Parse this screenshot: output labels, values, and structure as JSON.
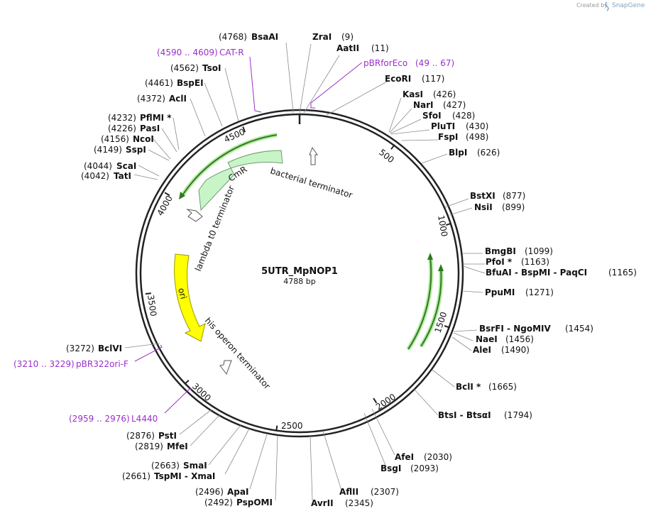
{
  "credit": {
    "prefix": "Created by",
    "brand": "SnapGene"
  },
  "plasmid": {
    "name": "5UTR_MpNOP1",
    "length_label": "4788 bp",
    "length_bp": 4788
  },
  "ticks": [
    "500",
    "1000",
    "1500",
    "2000",
    "2500",
    "3000",
    "3500",
    "4000",
    "4500"
  ],
  "features": [
    {
      "label": "CmR",
      "type": "CDS",
      "color": "#c8f5c8",
      "start": 4530,
      "end": 3950
    },
    {
      "label": "ori",
      "type": "rep_origin",
      "color": "#ffff00",
      "start": 3775,
      "end": 3195
    },
    {
      "label": "bacterial terminator",
      "type": "terminator"
    },
    {
      "label": "lambda t0 terminator",
      "type": "terminator"
    },
    {
      "label": "his operon terminator",
      "type": "terminator"
    }
  ],
  "sites": [
    {
      "left": "(4768)",
      "name": "BsaAI",
      "right": ""
    },
    {
      "left": "",
      "name": "ZraI",
      "right": "(9)"
    },
    {
      "left": "",
      "name": "AatII",
      "right": "(11)"
    },
    {
      "left": "",
      "name": "EcoRI",
      "right": "(117)"
    },
    {
      "left": "",
      "name": "KasI",
      "right": "(426)"
    },
    {
      "left": "",
      "name": "NarI",
      "right": "(427)"
    },
    {
      "left": "",
      "name": "SfoI",
      "right": "(428)"
    },
    {
      "left": "",
      "name": "PluTI",
      "right": "(430)"
    },
    {
      "left": "",
      "name": "FspI",
      "right": "(498)"
    },
    {
      "left": "",
      "name": "BlpI",
      "right": "(626)"
    },
    {
      "left": "",
      "name": "BstXI",
      "right": "(877)"
    },
    {
      "left": "",
      "name": "NsiI",
      "right": "(899)"
    },
    {
      "left": "",
      "name": "BmgBI",
      "right": "(1099)"
    },
    {
      "left": "",
      "name": "PfoI *",
      "right": "(1163)"
    },
    {
      "left": "",
      "name": "BfuAI  -  BspMI  -  PaqCI",
      "right": "(1165)"
    },
    {
      "left": "",
      "name": "PpuMI",
      "right": "(1271)"
    },
    {
      "left": "",
      "name": "BsrFI  -  NgoMIV",
      "right": "(1454)"
    },
    {
      "left": "",
      "name": "NaeI",
      "right": "(1456)"
    },
    {
      "left": "",
      "name": "AleI",
      "right": "(1490)"
    },
    {
      "left": "",
      "name": "BclI *",
      "right": "(1665)"
    },
    {
      "left": "",
      "name": "BtsI  -  BtsαI",
      "right": "(1794)"
    },
    {
      "left": "",
      "name": "AfeI",
      "right": "(2030)"
    },
    {
      "left": "",
      "name": "BsgI",
      "right": "(2093)"
    },
    {
      "left": "",
      "name": "AflII",
      "right": "(2307)"
    },
    {
      "left": "",
      "name": "AvrII",
      "right": "(2345)"
    },
    {
      "left": "(2492)",
      "name": "PspOMI",
      "right": ""
    },
    {
      "left": "(2496)",
      "name": "ApaI",
      "right": ""
    },
    {
      "left": "(2661)",
      "name": "TspMI  -  XmaI",
      "right": ""
    },
    {
      "left": "(2663)",
      "name": "SmaI",
      "right": ""
    },
    {
      "left": "(2819)",
      "name": "MfeI",
      "right": ""
    },
    {
      "left": "(2876)",
      "name": "PstI",
      "right": ""
    },
    {
      "left": "(3272)",
      "name": "BclVI",
      "right": ""
    },
    {
      "left": "(4042)",
      "name": "TatI",
      "right": ""
    },
    {
      "left": "(4044)",
      "name": "ScaI",
      "right": ""
    },
    {
      "left": "(4149)",
      "name": "SspI",
      "right": ""
    },
    {
      "left": "(4156)",
      "name": "NcoI",
      "right": ""
    },
    {
      "left": "(4226)",
      "name": "PasI",
      "right": ""
    },
    {
      "left": "(4232)",
      "name": "PflMI *",
      "right": ""
    },
    {
      "left": "(4372)",
      "name": "AclI",
      "right": ""
    },
    {
      "left": "(4461)",
      "name": "BspEI",
      "right": ""
    },
    {
      "left": "(4562)",
      "name": "TsoI",
      "right": ""
    }
  ],
  "primers": [
    {
      "range": "(4590 .. 4609)",
      "name": "CAT-R"
    },
    {
      "name": "pBRforEco",
      "range": "(49 .. 67)"
    },
    {
      "range": "(3210 .. 3229)",
      "name": "pBR322ori-F"
    },
    {
      "range": "(2959 .. 2976)",
      "name": "L4440"
    }
  ],
  "colors": {
    "primer": "#9a2fc9",
    "backbone": "#222222",
    "primer_bind": "#7fd35a"
  }
}
